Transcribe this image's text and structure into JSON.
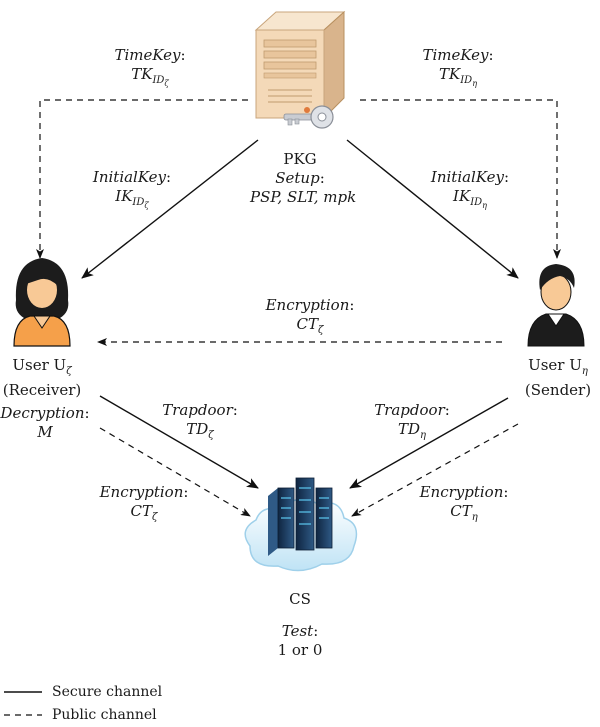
{
  "pkg": {
    "name": "PKG",
    "setup_label": "Setup",
    "setup_value": "PSP, SLT, mpk"
  },
  "timekey": {
    "label": "TimeKey",
    "left": {
      "base": "TK",
      "sub": "ID",
      "subsub": "ζ"
    },
    "right": {
      "base": "TK",
      "sub": "ID",
      "subsub": "η"
    }
  },
  "initialkey": {
    "label": "InitialKey",
    "left": {
      "base": "IK",
      "sub": "ID",
      "subsub": "ζ"
    },
    "right": {
      "base": "IK",
      "sub": "ID",
      "subsub": "η"
    }
  },
  "receiver": {
    "line1": "User U",
    "sub": "ζ",
    "role": "(Receiver)",
    "decryption_label": "Decryption",
    "decryption_value": "M"
  },
  "sender": {
    "line1": "User U",
    "sub": "η",
    "role": "(Sender)"
  },
  "encryption_top": {
    "label": "Encryption",
    "base": "CT",
    "sub": "ζ"
  },
  "trapdoor_left": {
    "label": "Trapdoor",
    "base": "TD",
    "sub": "ζ"
  },
  "trapdoor_right": {
    "label": "Trapdoor",
    "base": "TD",
    "sub": "η"
  },
  "encryption_left": {
    "label": "Encryption",
    "base": "CT",
    "sub": "ζ"
  },
  "encryption_right": {
    "label": "Encryption",
    "base": "CT",
    "sub": "η"
  },
  "cs": {
    "name": "CS",
    "test_label": "Test",
    "test_value": "1 or 0"
  },
  "legend": {
    "secure": "Secure channel",
    "public": "Public channel"
  },
  "colors": {
    "server_body": "#f4d9b8",
    "server_side": "#d9b48c",
    "female_shirt": "#f5a04a",
    "skin": "#f8c996",
    "hair": "#1c1c1c",
    "rack": "#1e3a5c",
    "rack_light": "#5cc8f0",
    "cloud": "#d6eef8"
  }
}
